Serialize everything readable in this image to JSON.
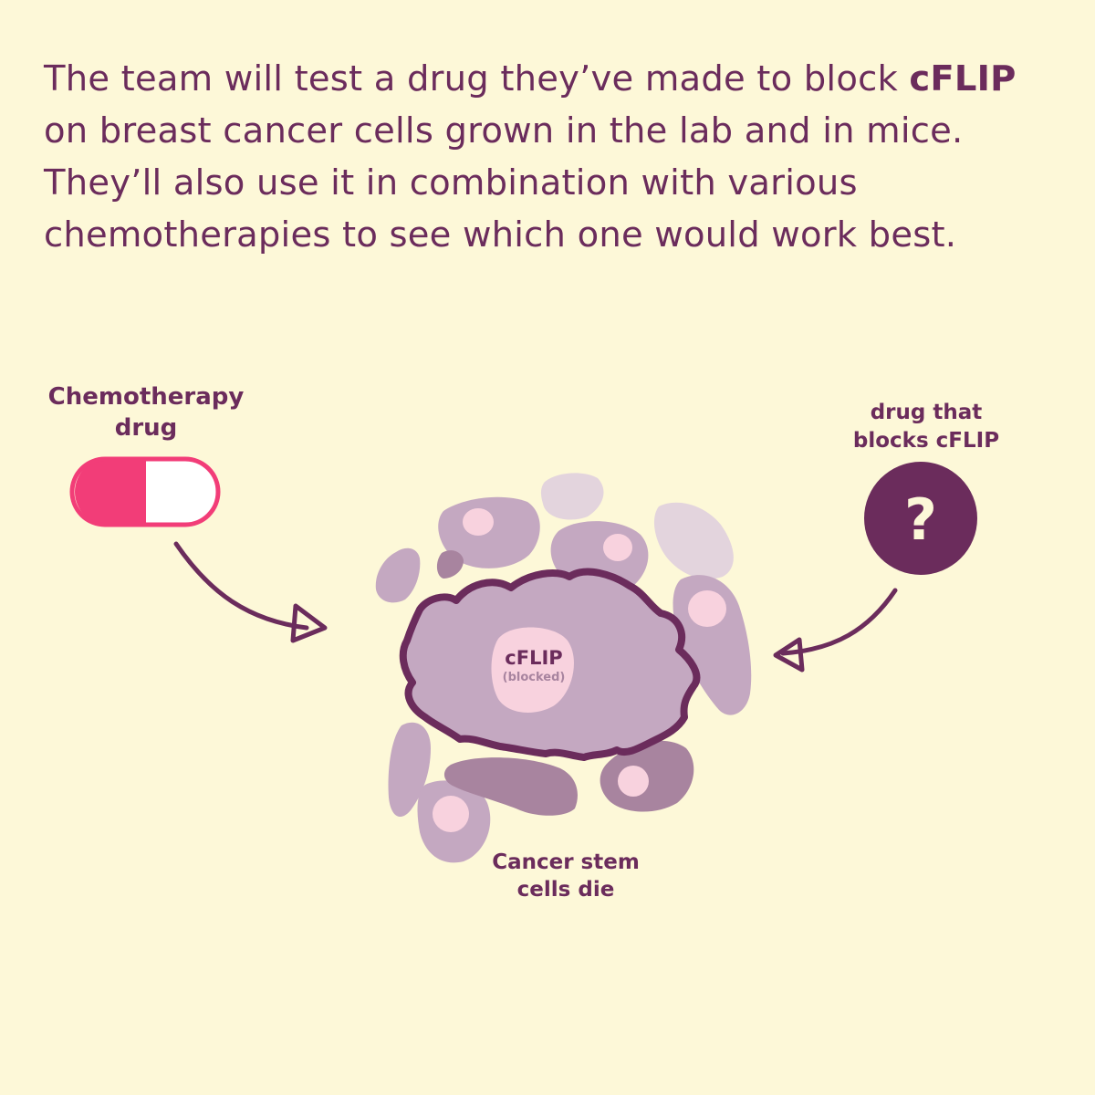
{
  "intro": {
    "before": "The team will test a drug they’ve made to block ",
    "bold": "cFLIP",
    "after": " on breast cancer cells grown in the lab and in mice. They’ll also use it in combination with various chemotherapies to see which one would work best."
  },
  "chemo": {
    "label_line1": "Chemotherapy",
    "label_line2": "drug"
  },
  "blocker": {
    "label_line1": "drug that",
    "label_line2": "blocks cFLIP",
    "symbol": "?"
  },
  "cell": {
    "protein": "cFLIP",
    "status": "(blocked)"
  },
  "outcome": {
    "line1": "Cancer stem",
    "line2": "cells die"
  },
  "icons": [
    "capsule-icon",
    "question-icon",
    "arrow-icon"
  ],
  "colors": {
    "background": "#fdf8d8",
    "text": "#6b2c5c",
    "capsule_red": "#f23d78",
    "cell_main": "#c4a8c1",
    "cell_dark": "#a8849f",
    "cell_pale": "#e3d4dd",
    "nucleus": "#f8d2de"
  }
}
